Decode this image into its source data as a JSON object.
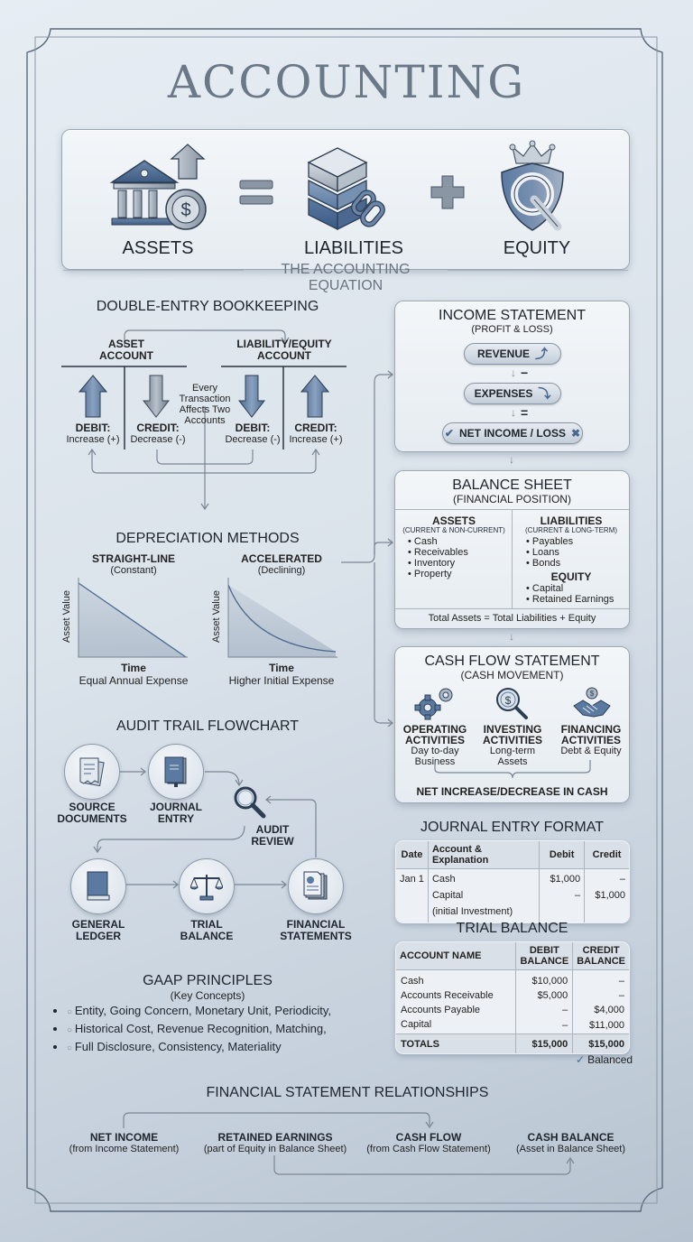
{
  "title": "ACCOUNTING",
  "equation": {
    "assets": "ASSETS",
    "equals": "=",
    "liabilities": "LIABILITIES",
    "plus": "+",
    "equity": "EQUITY",
    "caption": "THE ACCOUNTING EQUATION",
    "icons": [
      "bank-coin-icon",
      "stacked-blocks-chain-icon",
      "crown-shield-icon"
    ]
  },
  "double_entry": {
    "title": "DOUBLE-ENTRY BOOKKEEPING",
    "asset_account": "ASSET\nACCOUNT",
    "asset_account_l1": "ASSET",
    "asset_account_l2": "ACCOUNT",
    "liab_account_l1": "LIABILITY/EQUITY",
    "liab_account_l2": "ACCOUNT",
    "center_note_l1": "Every",
    "center_note_l2": "Transaction",
    "center_note_l3": "Affects Two",
    "center_note_l4": "Accounts",
    "cells": [
      {
        "head": "DEBIT:",
        "sub": "Increase (+)",
        "arrow": "up"
      },
      {
        "head": "CREDIT:",
        "sub": "Decrease (-)",
        "arrow": "down"
      },
      {
        "head": "DEBIT:",
        "sub": "Decrease (-)",
        "arrow": "down"
      },
      {
        "head": "CREDIT:",
        "sub": "Increase (+)",
        "arrow": "up"
      }
    ]
  },
  "depreciation": {
    "title": "DEPRECIATION METHODS",
    "methods": [
      {
        "name": "STRAIGHT-LINE",
        "sub": "(Constant)",
        "ylabel": "Asset Value",
        "xlabel": "Time",
        "caption": "Equal Annual Expense"
      },
      {
        "name": "ACCELERATED",
        "sub": "(Declining)",
        "ylabel": "Asset Value",
        "xlabel": "Time",
        "caption": "Higher Initial Expense"
      }
    ]
  },
  "audit_trail": {
    "title": "AUDIT TRAIL FLOWCHART",
    "nodes": [
      {
        "l1": "SOURCE",
        "l2": "DOCUMENTS"
      },
      {
        "l1": "JOURNAL",
        "l2": "ENTRY"
      },
      {
        "l1": "AUDIT",
        "l2": "REVIEW"
      },
      {
        "l1": "GENERAL",
        "l2": "LEDGER"
      },
      {
        "l1": "TRIAL",
        "l2": "BALANCE"
      },
      {
        "l1": "FINANCIAL",
        "l2": "STATEMENTS"
      }
    ]
  },
  "gaap": {
    "title": "GAAP PRINCIPLES",
    "subtitle": "(Key Concepts)",
    "items": [
      "Entity, Going Concern, Monetary Unit, Periodicity,",
      "Historical Cost, Revenue Recognition, Matching,",
      "Full Disclosure, Consistency, Materiality"
    ]
  },
  "income_statement": {
    "title": "INCOME STATEMENT",
    "subtitle": "(PROFIT & LOSS)",
    "revenue": "REVENUE",
    "minus": "−",
    "expenses": "EXPENSES",
    "equals": "=",
    "net": "NET INCOME / LOSS"
  },
  "balance_sheet": {
    "title": "BALANCE SHEET",
    "subtitle": "(FINANCIAL POSITION)",
    "assets_head": "ASSETS",
    "assets_sub": "(CURRENT & NON-CURRENT)",
    "assets_items": [
      "Cash",
      "Receivables",
      "Inventory",
      "Property"
    ],
    "liab_head": "LIABILITIES",
    "liab_sub": "(CURRENT & LONG-TERM)",
    "liab_items": [
      "Payables",
      "Loans",
      "Bonds"
    ],
    "equity_head": "EQUITY",
    "equity_items": [
      "Capital",
      "Retained Earnings"
    ],
    "footer": "Total Assets = Total Liabilities + Equity"
  },
  "cash_flow": {
    "title": "CASH FLOW STATEMENT",
    "subtitle": "(CASH MOVEMENT)",
    "activities": [
      {
        "l1": "OPERATING",
        "l2": "ACTIVITIES",
        "d1": "Day to-day",
        "d2": "Business"
      },
      {
        "l1": "INVESTING",
        "l2": "ACTIVITIES",
        "d1": "Long-term",
        "d2": "Assets"
      },
      {
        "l1": "FINANCING",
        "l2": "ACTIVITIES",
        "d1": "Debt & Equity",
        "d2": ""
      }
    ],
    "footer": "NET INCREASE/DECREASE IN CASH"
  },
  "journal_entry": {
    "title": "JOURNAL ENTRY FORMAT",
    "columns": [
      "Date",
      "Account & Explanation",
      "Debit",
      "Credit"
    ],
    "rows": [
      {
        "date": "Jan 1",
        "account": "Cash",
        "debit": "$1,000",
        "credit": "–"
      },
      {
        "date": "",
        "account": "Capital",
        "debit": "–",
        "credit": "$1,000"
      },
      {
        "date": "",
        "account": "(initial Investment)",
        "debit": "",
        "credit": ""
      }
    ]
  },
  "trial_balance": {
    "title": "TRIAL BALANCE",
    "columns": [
      "ACCOUNT NAME",
      "DEBIT BALANCE",
      "CREDIT BALANCE"
    ],
    "col_debit_l1": "DEBIT",
    "col_debit_l2": "BALANCE",
    "col_credit_l1": "CREDIT",
    "col_credit_l2": "BALANCE",
    "rows": [
      {
        "name": "Cash",
        "debit": "$10,000",
        "credit": "–"
      },
      {
        "name": "Accounts Receivable",
        "debit": "$5,000",
        "credit": "–"
      },
      {
        "name": "Accounts Payable",
        "debit": "–",
        "credit": "$4,000"
      },
      {
        "name": "Capital",
        "debit": "–",
        "credit": "$11,000"
      }
    ],
    "totals": {
      "name": "TOTALS",
      "debit": "$15,000",
      "credit": "$15,000"
    },
    "status": "Balanced"
  },
  "relationships": {
    "title": "FINANCIAL STATEMENT RELATIONSHIPS",
    "items": [
      {
        "head": "NET INCOME",
        "sub": "(from Income Statement)"
      },
      {
        "head": "RETAINED EARNINGS",
        "sub": "(part of Equity in Balance Sheet)"
      },
      {
        "head": "CASH FLOW",
        "sub": "(from Cash Flow Statement)"
      },
      {
        "head": "CASH BALANCE",
        "sub": "(Asset in Balance Sheet)"
      }
    ]
  },
  "colors": {
    "accent_blue": "#4a6890",
    "steel_gray": "#8a96a4",
    "frame": "#5a6a7c",
    "title_gray": "#6a7888"
  }
}
